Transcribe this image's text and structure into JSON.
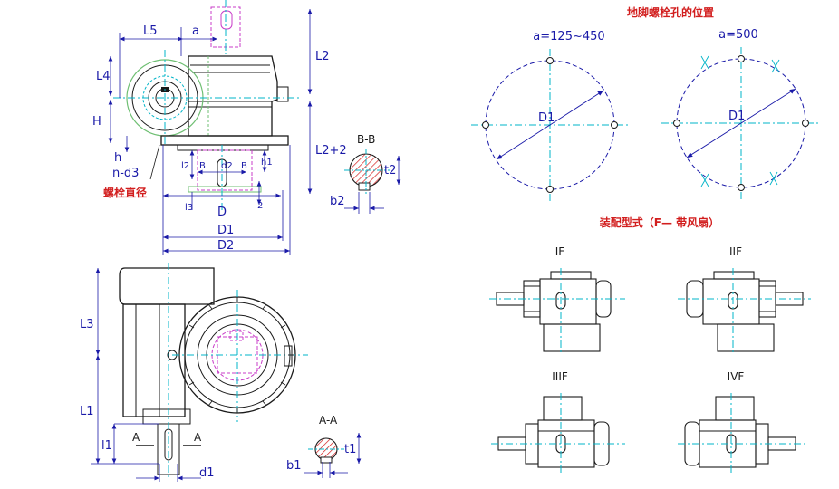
{
  "titles": {
    "bolt_positions": "地脚螺栓孔的位置",
    "assembly_types": "装配型式（F— 带风扇）",
    "bolt_diameter": "螺栓直径"
  },
  "bolt_circles": [
    {
      "label": "a=125~450",
      "diameter_label": "D1",
      "holes": 4
    },
    {
      "label": "a=500",
      "diameter_label": "D1",
      "holes": 8
    }
  ],
  "assembly_forms": [
    {
      "label": "IF"
    },
    {
      "label": "IIF"
    },
    {
      "label": "IIIF"
    },
    {
      "label": "IVF"
    }
  ],
  "sections": {
    "bb": "B-B",
    "aa": "A-A"
  },
  "dims": {
    "L5": "L5",
    "a": "a",
    "L2": "L2",
    "L4": "L4",
    "H": "H",
    "h": "h",
    "n_d3": "n-d3",
    "L2_2": "L2+2",
    "l2": "l2",
    "B": "B",
    "d2": "d2",
    "t2": "t2",
    "b2": "b2",
    "l3": "l3",
    "D": "D",
    "D1": "D1",
    "D2": "D2",
    "h1": "h1",
    "two": "2",
    "L3": "L3",
    "L1": "L1",
    "l1": "l1",
    "A": "A",
    "d1": "d1",
    "b1": "b1",
    "t1": "t1"
  },
  "colors": {
    "outline": "#1a1a1a",
    "dimension": "#1a1aa8",
    "centerline": "#00b4c8",
    "hidden": "#c83cc8",
    "highlight": "#d21e1e",
    "fan": "#6fbf73"
  }
}
